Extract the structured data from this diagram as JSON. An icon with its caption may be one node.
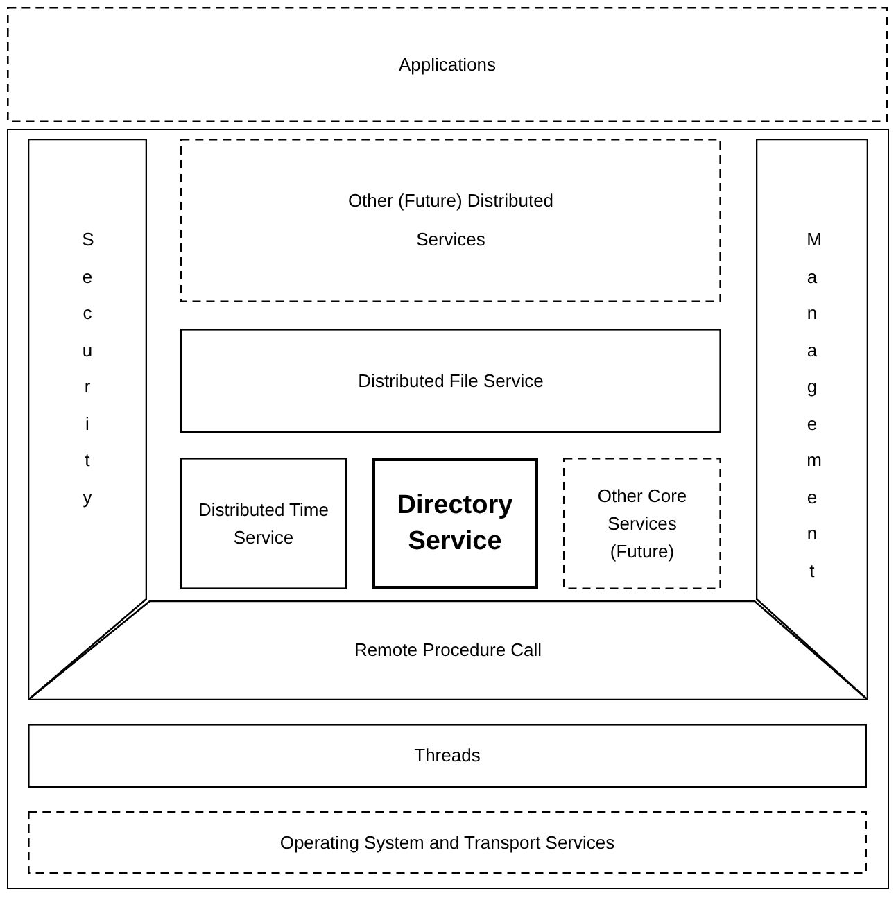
{
  "diagram": {
    "nodes": [
      {
        "text": [
          "Applications"
        ]
      },
      {
        "text": [
          "Security"
        ]
      },
      {
        "text": [
          "Other (Future) Distributed Services"
        ]
      },
      {
        "text": [
          "Management"
        ]
      },
      {
        "text": [
          "Distributed File Service"
        ]
      },
      {
        "text": [
          "Distributed Time Service"
        ]
      },
      {
        "text": [
          "Directory Service"
        ]
      },
      {
        "text": [
          "Other Core Services (Future)"
        ]
      },
      {
        "text": [
          "Remote Procedure Call"
        ]
      },
      {
        "text": [
          "Threads"
        ]
      },
      {
        "text": [
          "Operating System and Transport Services"
        ]
      }
    ]
  }
}
